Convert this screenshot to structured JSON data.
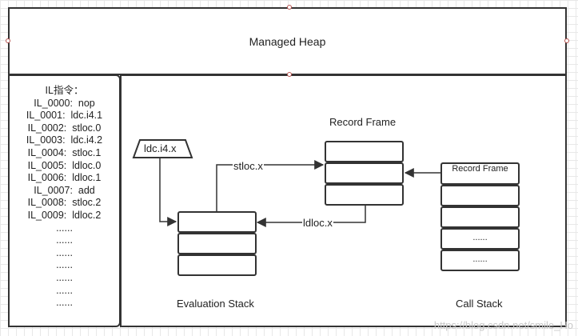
{
  "heap": {
    "title": "Managed Heap"
  },
  "il": {
    "lines": [
      "IL指令：",
      "IL_0000:  nop",
      "IL_0001:  ldc.i4.1",
      "IL_0002:  stloc.0",
      "IL_0003:  ldc.i4.2",
      "IL_0004:  stloc.1",
      "IL_0005:  ldloc.0",
      "IL_0006:  ldloc.1",
      "IL_0007:  add",
      "IL_0008:  stloc.2",
      "IL_0009:  ldloc.2",
      "......",
      "......",
      "......",
      "......",
      "......",
      "......",
      "......"
    ]
  },
  "diagram": {
    "ldc_label": "ldc.i4.x",
    "stloc_label": "stloc.x",
    "ldloc_label": "ldloc.x",
    "record_frame_title": "Record Frame",
    "record_frame_cell": "Record Frame",
    "evaluation_stack_label": "Evaluation Stack",
    "call_stack_label": "Call Stack",
    "call_stack_dots_1": "......",
    "call_stack_dots_2": "......"
  },
  "watermark": "https://blog.csdn.net/smile_Ho"
}
